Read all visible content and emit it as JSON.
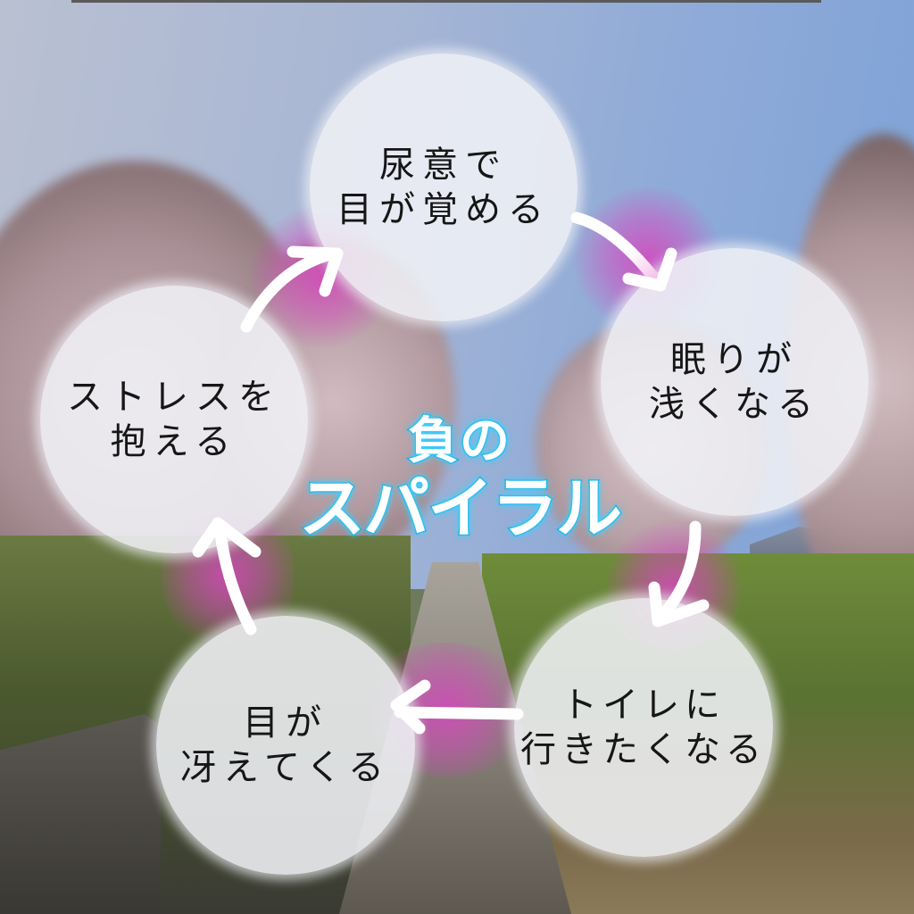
{
  "title": {
    "line1": "負の",
    "line2": "スパイラル"
  },
  "cycle": [
    {
      "id": "wake",
      "line1": "尿意で",
      "line2": "目が覚める"
    },
    {
      "id": "light-sleep",
      "line1": "眠りが",
      "line2": "浅くなる"
    },
    {
      "id": "toilet",
      "line1": "トイレに",
      "line2": "行きたくなる"
    },
    {
      "id": "awake",
      "line1": "目が",
      "line2": "冴えてくる"
    },
    {
      "id": "stress",
      "line1": "ストレスを",
      "line2": "抱える"
    }
  ],
  "colors": {
    "title_fill": "#ffffff",
    "title_outline": "#19a6d8",
    "arrow": "#ffffff",
    "arrow_glow": "#d646be",
    "bubble": "#f0f1f6",
    "text": "#161616"
  }
}
